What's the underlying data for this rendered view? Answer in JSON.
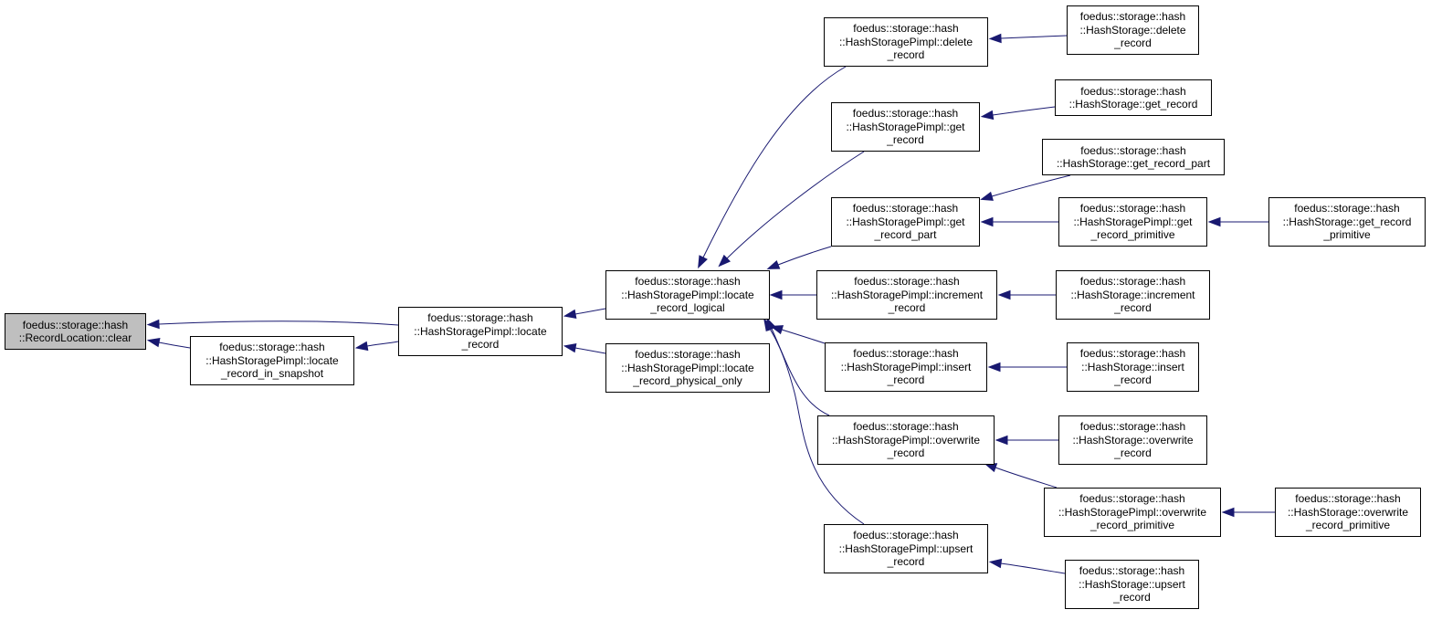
{
  "colors": {
    "edge": "#191970",
    "root_fill": "#bfbfbf",
    "node_fill": "#ffffff",
    "node_border": "#000000"
  },
  "nodes": [
    {
      "id": "clear",
      "lines": [
        "foedus::storage::hash",
        "::RecordLocation::clear"
      ]
    },
    {
      "id": "locate_in_snapshot",
      "lines": [
        "foedus::storage::hash",
        "::HashStoragePimpl::locate",
        "_record_in_snapshot"
      ]
    },
    {
      "id": "locate_record",
      "lines": [
        "foedus::storage::hash",
        "::HashStoragePimpl::locate",
        "_record"
      ]
    },
    {
      "id": "locate_logical",
      "lines": [
        "foedus::storage::hash",
        "::HashStoragePimpl::locate",
        "_record_logical"
      ]
    },
    {
      "id": "locate_physical",
      "lines": [
        "foedus::storage::hash",
        "::HashStoragePimpl::locate",
        "_record_physical_only"
      ]
    },
    {
      "id": "pimpl_delete",
      "lines": [
        "foedus::storage::hash",
        "::HashStoragePimpl::delete",
        "_record"
      ]
    },
    {
      "id": "pimpl_get",
      "lines": [
        "foedus::storage::hash",
        "::HashStoragePimpl::get",
        "_record"
      ]
    },
    {
      "id": "pimpl_get_part",
      "lines": [
        "foedus::storage::hash",
        "::HashStoragePimpl::get",
        "_record_part"
      ]
    },
    {
      "id": "pimpl_increment",
      "lines": [
        "foedus::storage::hash",
        "::HashStoragePimpl::increment",
        "_record"
      ]
    },
    {
      "id": "pimpl_insert",
      "lines": [
        "foedus::storage::hash",
        "::HashStoragePimpl::insert",
        "_record"
      ]
    },
    {
      "id": "pimpl_overwrite",
      "lines": [
        "foedus::storage::hash",
        "::HashStoragePimpl::overwrite",
        "_record"
      ]
    },
    {
      "id": "pimpl_upsert",
      "lines": [
        "foedus::storage::hash",
        "::HashStoragePimpl::upsert",
        "_record"
      ]
    },
    {
      "id": "hs_delete",
      "lines": [
        "foedus::storage::hash",
        "::HashStorage::delete",
        "_record"
      ]
    },
    {
      "id": "hs_get",
      "lines": [
        "foedus::storage::hash",
        "::HashStorage::get_record"
      ]
    },
    {
      "id": "hs_get_part",
      "lines": [
        "foedus::storage::hash",
        "::HashStorage::get_record_part"
      ]
    },
    {
      "id": "pimpl_get_prim",
      "lines": [
        "foedus::storage::hash",
        "::HashStoragePimpl::get",
        "_record_primitive"
      ]
    },
    {
      "id": "hs_get_prim",
      "lines": [
        "foedus::storage::hash",
        "::HashStorage::get_record",
        "_primitive"
      ]
    },
    {
      "id": "hs_increment",
      "lines": [
        "foedus::storage::hash",
        "::HashStorage::increment",
        "_record"
      ]
    },
    {
      "id": "hs_insert",
      "lines": [
        "foedus::storage::hash",
        "::HashStorage::insert",
        "_record"
      ]
    },
    {
      "id": "hs_overwrite",
      "lines": [
        "foedus::storage::hash",
        "::HashStorage::overwrite",
        "_record"
      ]
    },
    {
      "id": "pimpl_overwrite_prim",
      "lines": [
        "foedus::storage::hash",
        "::HashStoragePimpl::overwrite",
        "_record_primitive"
      ]
    },
    {
      "id": "hs_overwrite_prim",
      "lines": [
        "foedus::storage::hash",
        "::HashStorage::overwrite",
        "_record_primitive"
      ]
    },
    {
      "id": "hs_upsert",
      "lines": [
        "foedus::storage::hash",
        "::HashStorage::upsert",
        "_record"
      ]
    }
  ],
  "edges": [
    {
      "from": "locate_record",
      "to": "clear"
    },
    {
      "from": "locate_in_snapshot",
      "to": "clear"
    },
    {
      "from": "locate_record",
      "to": "locate_in_snapshot"
    },
    {
      "from": "locate_logical",
      "to": "locate_record"
    },
    {
      "from": "locate_physical",
      "to": "locate_record"
    },
    {
      "from": "pimpl_delete",
      "to": "locate_logical"
    },
    {
      "from": "pimpl_get",
      "to": "locate_logical"
    },
    {
      "from": "pimpl_get_part",
      "to": "locate_logical"
    },
    {
      "from": "pimpl_increment",
      "to": "locate_logical"
    },
    {
      "from": "pimpl_insert",
      "to": "locate_logical"
    },
    {
      "from": "pimpl_overwrite",
      "to": "locate_logical"
    },
    {
      "from": "pimpl_upsert",
      "to": "locate_logical"
    },
    {
      "from": "hs_delete",
      "to": "pimpl_delete"
    },
    {
      "from": "hs_get",
      "to": "pimpl_get"
    },
    {
      "from": "hs_get_part",
      "to": "pimpl_get_part"
    },
    {
      "from": "pimpl_get_prim",
      "to": "pimpl_get_part"
    },
    {
      "from": "hs_get_prim",
      "to": "pimpl_get_prim"
    },
    {
      "from": "hs_increment",
      "to": "pimpl_increment"
    },
    {
      "from": "hs_insert",
      "to": "pimpl_insert"
    },
    {
      "from": "hs_overwrite",
      "to": "pimpl_overwrite"
    },
    {
      "from": "pimpl_overwrite_prim",
      "to": "pimpl_overwrite"
    },
    {
      "from": "hs_overwrite_prim",
      "to": "pimpl_overwrite_prim"
    },
    {
      "from": "hs_upsert",
      "to": "pimpl_upsert"
    }
  ]
}
